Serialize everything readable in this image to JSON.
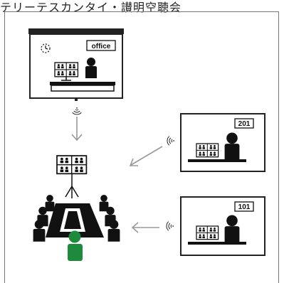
{
  "header": {
    "title": "テリーテスカンタイ・讃明空聴会"
  },
  "panels": {
    "office_label": "office",
    "room_a_label": "201",
    "room_b_label": "101"
  },
  "colors": {
    "line": "#111111",
    "arrow": "#999999",
    "highlight_person": "#1e8a3c",
    "frame": "#777777"
  },
  "icons": [
    "clock-icon",
    "wifi-signal-icon",
    "video-wall-icon",
    "presenter-icon",
    "conference-table-icon",
    "person-icon"
  ]
}
